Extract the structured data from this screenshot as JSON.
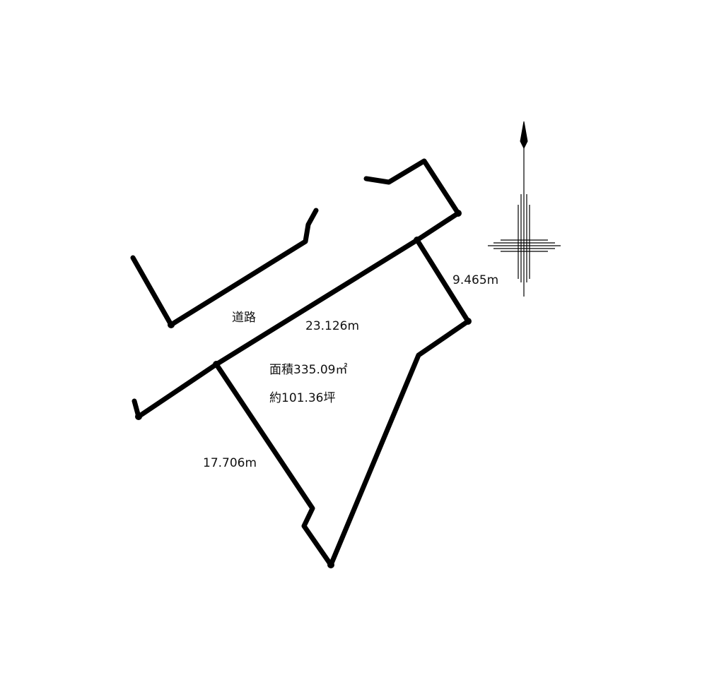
{
  "diagram": {
    "road_label": "道路",
    "dimensions": {
      "front": "23.126m",
      "right": "9.465m",
      "left": "17.706m"
    },
    "area": {
      "sqm": "面積335.09㎡",
      "tsubo": "約101.36坪"
    },
    "compass": "north-arrow"
  }
}
